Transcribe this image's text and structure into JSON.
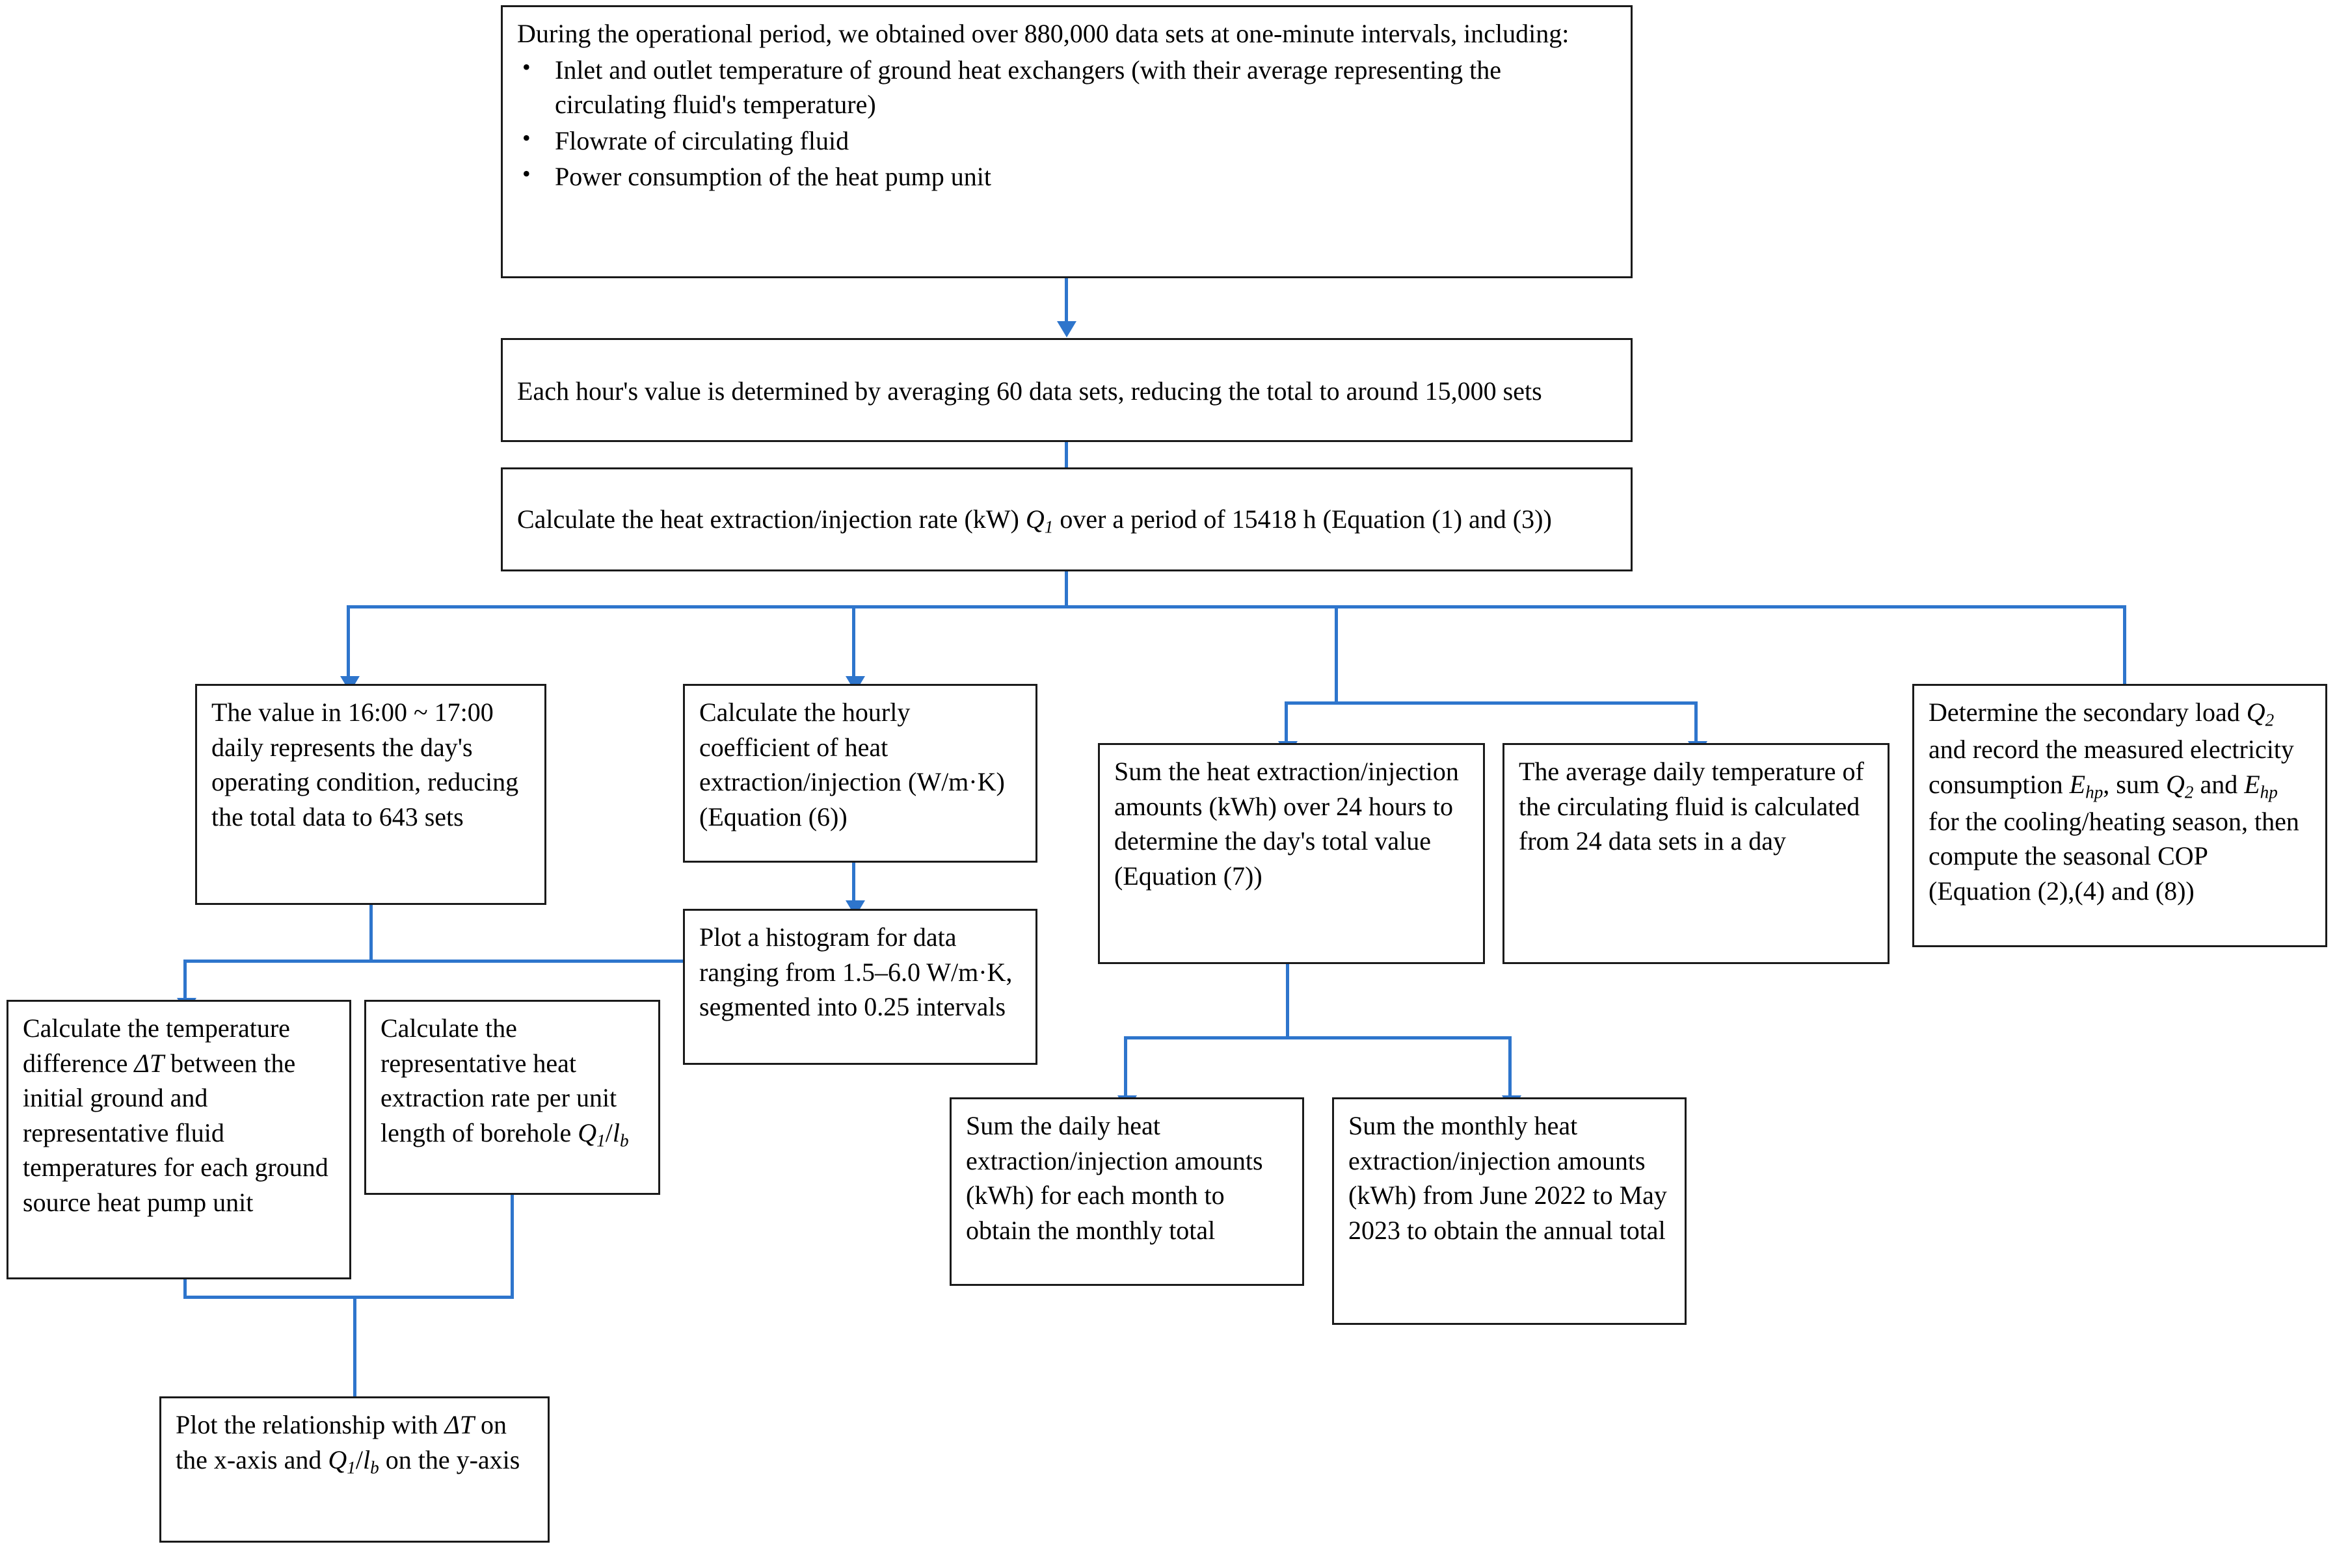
{
  "diagram": {
    "title": "Data processing flowchart for ground source heat pump analysis",
    "accent_color": "#2E75CC",
    "box_border_color": "#1a1a1a",
    "background_color": "#ffffff"
  },
  "nodes": {
    "n1": {
      "id": "data-collection",
      "intro": "During the operational period, we obtained over 880,000 data sets at one-minute intervals, including:",
      "bullets": [
        "Inlet and outlet temperature of ground heat exchangers (with their average representing the circulating fluid's temperature)",
        "Flowrate of circulating fluid",
        "Power consumption of the heat pump unit"
      ]
    },
    "n2": {
      "id": "hourly-averaging",
      "text": "Each hour's value is determined by averaging 60 data sets, reducing the total to around 15,000 sets"
    },
    "n3": {
      "id": "heat-rate-calc",
      "text_before": "Calculate the heat extraction/injection rate (kW) ",
      "symbol": "Q",
      "symbol_sub": "1",
      "text_after": " over a period of 15418 h (Equation (1) and (3))"
    },
    "n4": {
      "id": "daily-representative-value",
      "text": "The value in 16:00 ~ 17:00 daily represents the day's operating condition, reducing the total data to 643 sets"
    },
    "n5": {
      "id": "hourly-coefficient",
      "text": "Calculate the hourly coefficient of heat extraction/injection (W/m·K) (Equation (6))"
    },
    "n6": {
      "id": "histogram-plot",
      "text": "Plot a histogram for data ranging from 1.5–6.0 W/m·K, segmented into 0.25 intervals"
    },
    "n7": {
      "id": "daily-sum-24h",
      "text": "Sum the heat extraction/injection amounts (kWh) over 24 hours to determine the day's total value (Equation (7))"
    },
    "n8": {
      "id": "average-daily-fluid-temp",
      "text": "The average daily temperature of the circulating fluid is calculated from 24 data sets in a day"
    },
    "n9": {
      "id": "secondary-load-cop",
      "line1": "Determine the secondary load ",
      "q2": "Q",
      "q2_sub": "2",
      "line2": " and record the measured electricity consumption ",
      "ehp": "E",
      "ehp_sub": "hp",
      "line3": ", sum ",
      "q2b": "Q",
      "q2b_sub": "2",
      "line4": " and ",
      "ehpb": "E",
      "ehpb_sub": "hp",
      "line5": " for the cooling/heating season, then compute the seasonal COP (Equation (2),(4) and (8))"
    },
    "n10": {
      "id": "temperature-difference",
      "text_before": "Calculate the temperature difference ",
      "symbol": "ΔT",
      "text_after": " between the initial ground and representative fluid temperatures for each ground source heat pump unit"
    },
    "n11": {
      "id": "representative-heat-rate",
      "text_before": "Calculate the representative heat extraction rate per unit length of borehole ",
      "symbol_q": "Q",
      "symbol_q_sub": "1",
      "symbol_slash": "/",
      "symbol_l": "l",
      "symbol_l_sub": "b"
    },
    "n12": {
      "id": "monthly-sum",
      "text": "Sum the daily heat extraction/injection amounts (kWh) for each month to obtain the monthly total"
    },
    "n13": {
      "id": "annual-sum",
      "text": "Sum the monthly heat extraction/injection amounts (kWh) from June 2022 to May 2023 to obtain the annual total"
    },
    "n14": {
      "id": "relationship-plot",
      "text_before": "Plot the relationship with ",
      "dt": "ΔT",
      "text_mid": " on the x-axis and ",
      "q": "Q",
      "q_sub": "1",
      "slash": "/",
      "l": "l",
      "l_sub": "b",
      "text_after": " on the y-axis"
    }
  }
}
